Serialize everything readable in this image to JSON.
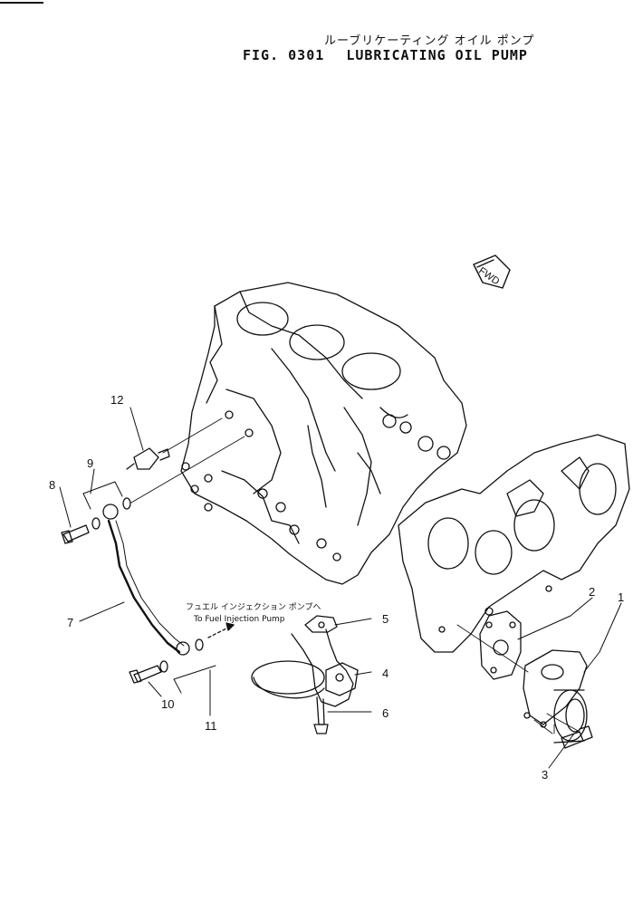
{
  "header": {
    "title_jp": "ルーブリケーティング オイル ポンプ",
    "fig_number": "FIG. 0301",
    "title_en": "LUBRICATING OIL PUMP"
  },
  "direction_marker": "FWD",
  "note": {
    "jp": "フュエル インジェクション ポンプへ",
    "en": "To Fuel Injection Pump"
  },
  "callouts": [
    "1",
    "2",
    "3",
    "4",
    "5",
    "6",
    "7",
    "8",
    "9",
    "10",
    "11",
    "12"
  ]
}
